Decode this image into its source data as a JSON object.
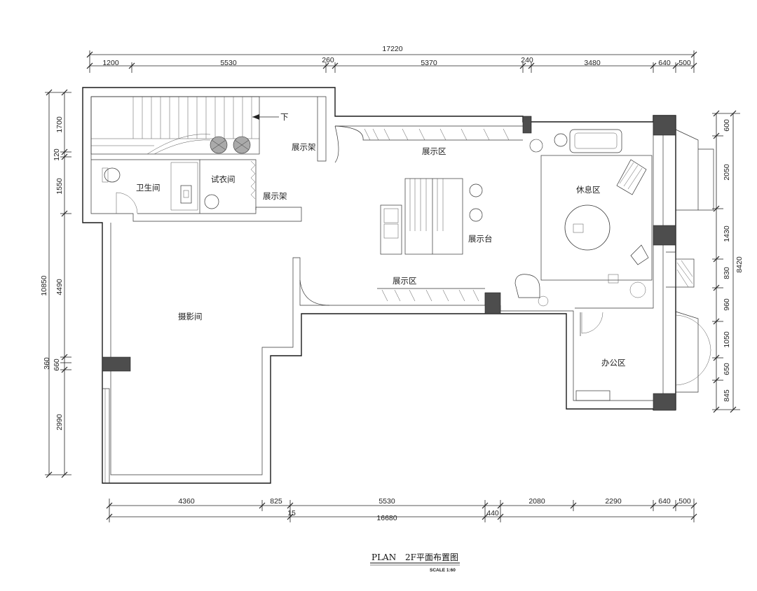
{
  "dimensions": {
    "top_total": "17220",
    "top_segments": [
      "1200",
      "5530",
      "260",
      "5370",
      "240",
      "3480",
      "640",
      "500"
    ],
    "bottom_segments": [
      "4360",
      "825",
      "5530",
      "2080",
      "2290",
      "640",
      "500"
    ],
    "bottom_total": "16680",
    "bottom_small_left": "15",
    "bottom_small_right": "440",
    "left_total": "10850",
    "left_segments": [
      "1700",
      "120",
      "1550",
      "4490",
      "360",
      "660",
      "2990"
    ],
    "right_total": "8420",
    "right_segments": [
      "600",
      "2050",
      "1430",
      "830",
      "960",
      "1050",
      "650",
      "845"
    ]
  },
  "rooms": {
    "stairs_down": "下",
    "display_shelf_1": "展示架",
    "display_area_top": "展示区",
    "bathroom": "卫生间",
    "fitting_room": "试衣间",
    "display_shelf_2": "展示架",
    "lounge": "休息区",
    "display_table": "展示台",
    "display_area_bottom": "展示区",
    "photo_studio": "摄影间",
    "office": "办公区"
  },
  "title": {
    "plan": "PLAN",
    "name": "2F平面布置图",
    "scale": "SCALE 1:60"
  }
}
